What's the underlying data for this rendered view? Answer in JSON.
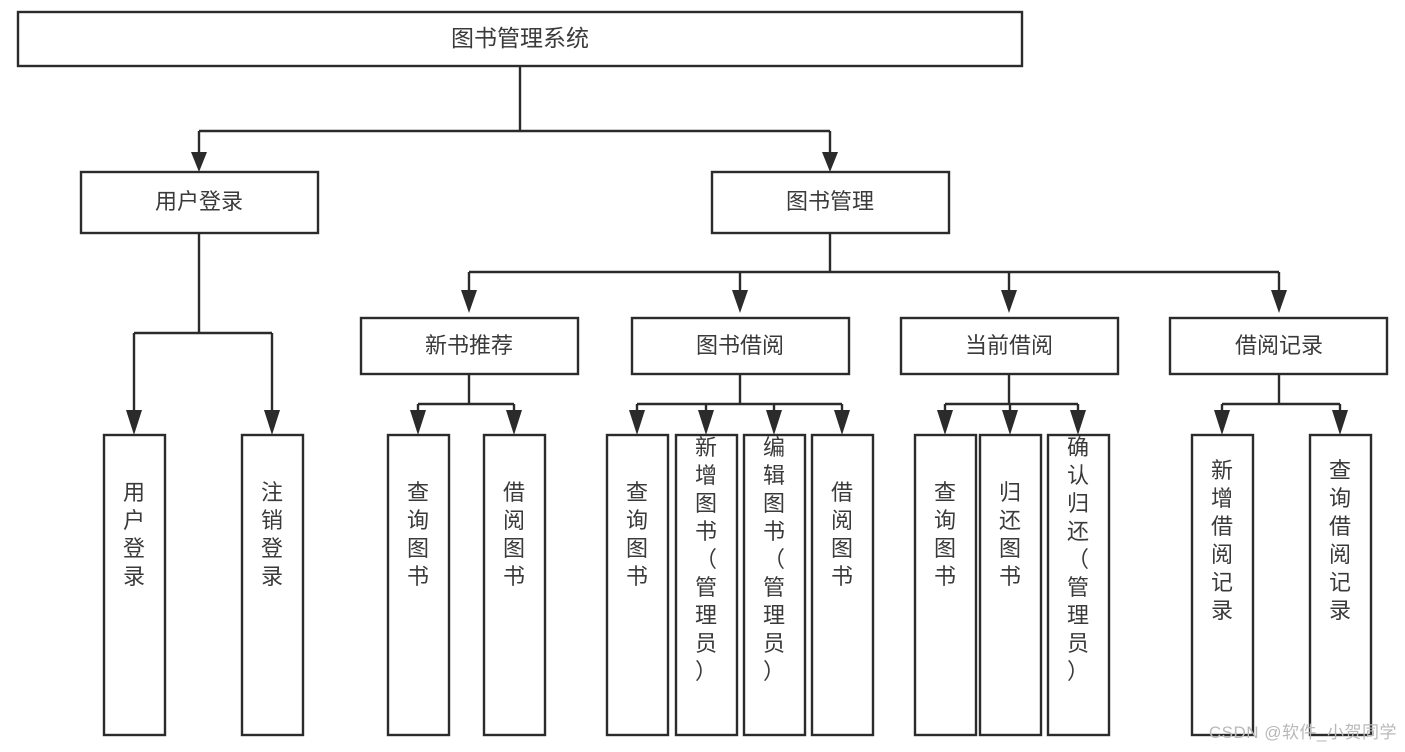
{
  "diagram": {
    "title": "图书管理系统",
    "type": "hierarchy-tree",
    "watermark": "CSDN @软件_小贺同学",
    "colors": {
      "box_stroke": "#2b2b2b",
      "box_fill": "#ffffff",
      "text": "#3a3a3a",
      "connector": "#2b2b2b",
      "watermark": "#b9b9b9",
      "background": "#ffffff"
    },
    "root": {
      "label": "图书管理系统"
    },
    "level2": [
      {
        "label": "用户登录"
      },
      {
        "label": "图书管理"
      }
    ],
    "level3": [
      {
        "label": "新书推荐"
      },
      {
        "label": "图书借阅"
      },
      {
        "label": "当前借阅"
      },
      {
        "label": "借阅记录"
      }
    ],
    "leaves": {
      "user_login": [
        {
          "label": "用户登录"
        },
        {
          "label": "注销登录"
        }
      ],
      "new_book_recommend": [
        {
          "label": "查询图书"
        },
        {
          "label": "借阅图书"
        }
      ],
      "book_borrow": [
        {
          "label": "查询图书"
        },
        {
          "label": "新增图书（管理员）"
        },
        {
          "label": "编辑图书（管理员）"
        },
        {
          "label": "借阅图书"
        }
      ],
      "current_borrow": [
        {
          "label": "查询图书"
        },
        {
          "label": "归还图书"
        },
        {
          "label": "确认归还（管理员）"
        }
      ],
      "borrow_record": [
        {
          "label": "新增借阅记录"
        },
        {
          "label": "查询借阅记录"
        }
      ]
    }
  }
}
